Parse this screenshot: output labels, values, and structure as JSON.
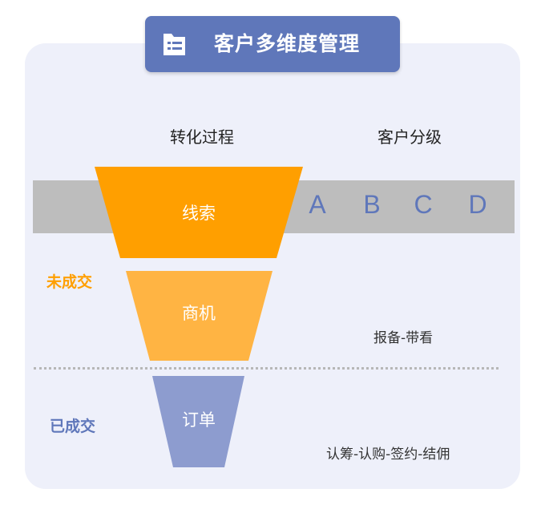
{
  "header": {
    "title": "客户多维度管理",
    "icon": "document-list-icon"
  },
  "columns": {
    "left": "转化过程",
    "right": "客户分级"
  },
  "grades": [
    "A",
    "B",
    "C",
    "D"
  ],
  "funnel": {
    "stages": [
      {
        "label": "线索",
        "color": "#ff9f00"
      },
      {
        "label": "商机",
        "color": "#ffb443"
      },
      {
        "label": "订单",
        "color": "#8d9ccf"
      }
    ]
  },
  "groups": {
    "unclosed": {
      "label": "未成交",
      "color": "#ff9f00"
    },
    "closed": {
      "label": "已成交",
      "color": "#5f77ba"
    }
  },
  "notes": {
    "unclosed": "报备-带看",
    "closed": "认筹-认购-签约-结佣"
  },
  "colors": {
    "accent": "#5f77ba",
    "panel": "#eef0fa",
    "band": "#bdbdbd"
  }
}
